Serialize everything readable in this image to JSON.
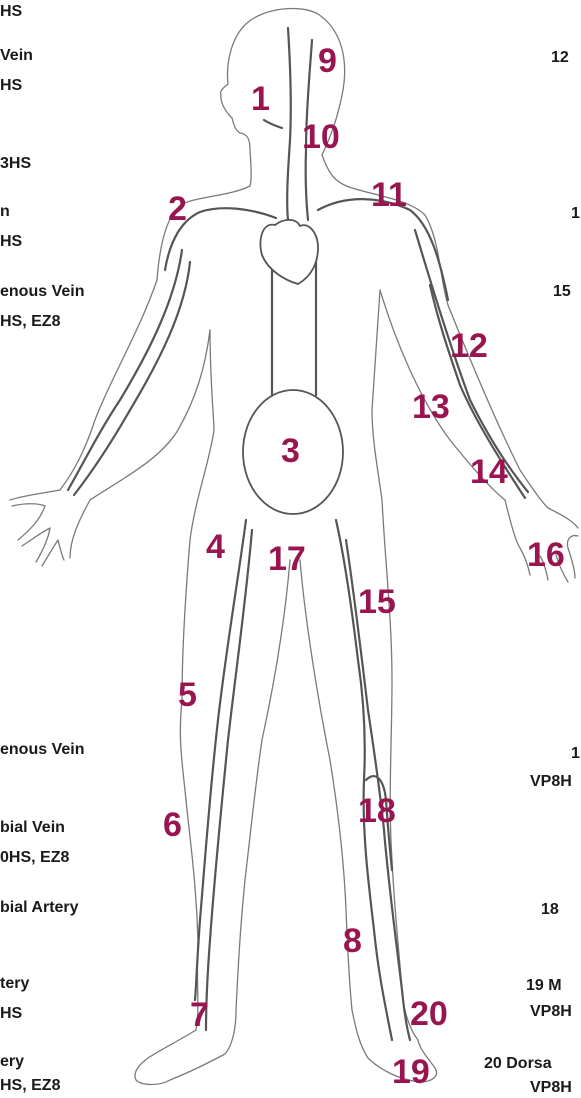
{
  "figure": {
    "numbers": [
      "1",
      "2",
      "3",
      "4",
      "5",
      "6",
      "7",
      "8",
      "9",
      "10",
      "11",
      "12",
      "13",
      "14",
      "15",
      "16",
      "17",
      "18",
      "19",
      "20"
    ],
    "left_labels": [
      "HS",
      "Vein",
      "HS",
      "3HS",
      "n",
      "HS",
      "enous Vein",
      "HS, EZ8",
      "enous Vein",
      "bial Vein",
      "0HS, EZ8",
      "bial Artery",
      "tery",
      "HS",
      "ery",
      "HS, EZ8"
    ],
    "right_labels": [
      "12",
      "1",
      "15",
      "1",
      "VP8H",
      "18",
      "19  M",
      "VP8H",
      "20 Dorsa",
      "VP8H"
    ]
  },
  "colors": {
    "outline": "#7a7a7a",
    "vessel": "#555555",
    "number": "#99154f",
    "label": "#1a1a1a"
  }
}
